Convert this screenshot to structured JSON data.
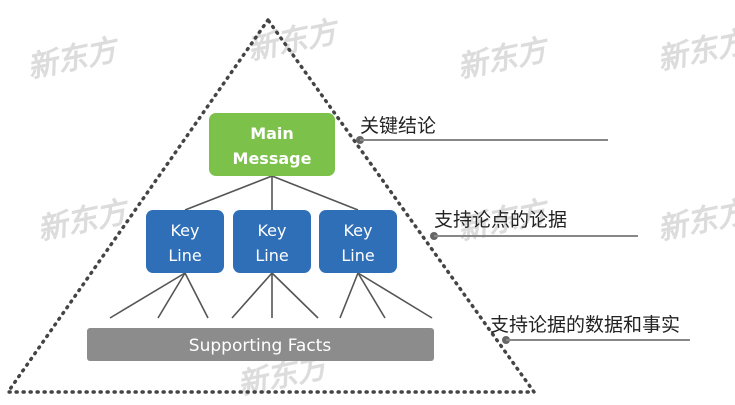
{
  "colors": {
    "main_box": "#7cc24a",
    "key_box": "#2f6fb8",
    "facts_box": "#8c8c8c",
    "connector": "#555555",
    "annotation_line": "#888888",
    "dots": "#444444"
  },
  "main_message": {
    "line1": "Main",
    "line2": "Message"
  },
  "key_lines": [
    {
      "line1": "Key",
      "line2": "Line"
    },
    {
      "line1": "Key",
      "line2": "Line"
    },
    {
      "line1": "Key",
      "line2": "Line"
    }
  ],
  "supporting_facts": "Supporting Facts",
  "annotations": {
    "top": "关键结论",
    "middle": "支持论点的论据",
    "bottom": "支持论据的数据和事实"
  },
  "watermarks": [
    "新东方",
    "新东方",
    "新东方",
    "新东方",
    "新东方",
    "新东方",
    "新东方",
    "新东方"
  ]
}
